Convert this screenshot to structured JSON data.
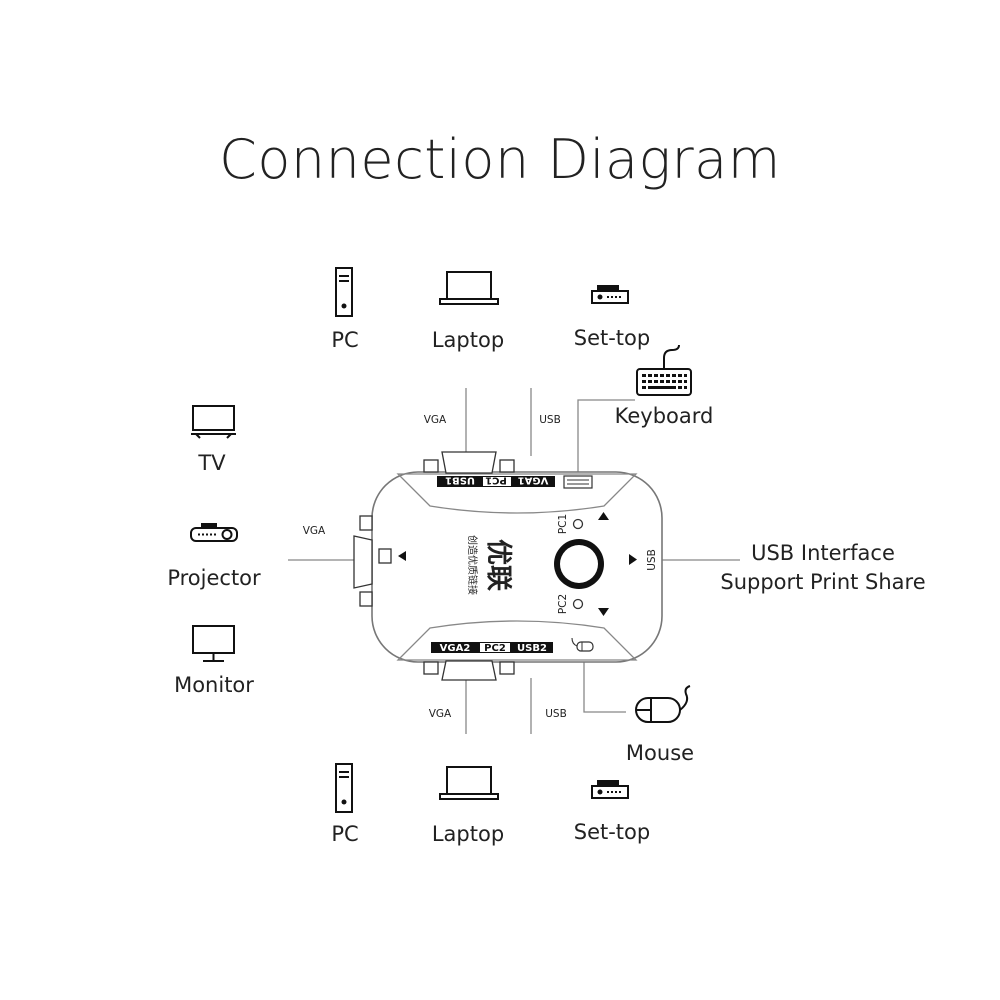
{
  "title": "Connection Diagram",
  "devices_top": {
    "pc": "PC",
    "laptop": "Laptop",
    "settop": "Set-top"
  },
  "devices_bottom": {
    "pc": "PC",
    "laptop": "Laptop",
    "settop": "Set-top"
  },
  "displays": {
    "tv": "TV",
    "projector": "Projector",
    "monitor": "Monitor"
  },
  "peripherals": {
    "keyboard": "Keyboard",
    "mouse": "Mouse",
    "usb_interface_line1": "USB Interface",
    "usb_interface_line2": "Support Print Share"
  },
  "cable_labels": {
    "top_vga": "VGA",
    "top_usb": "USB",
    "left_vga": "VGA",
    "right_usb": "USB",
    "bottom_vga": "VGA",
    "bottom_usb": "USB"
  },
  "switch_box": {
    "top_ports": {
      "vga": "VGA1",
      "pc": "PC1",
      "usb": "USB1"
    },
    "bottom_ports": {
      "vga": "VGA2",
      "pc": "PC2",
      "usb": "USB2"
    },
    "led_pc1": "PC1",
    "led_pc2": "PC2",
    "brand_main": "优联",
    "brand_sub": "创造优质链接"
  }
}
